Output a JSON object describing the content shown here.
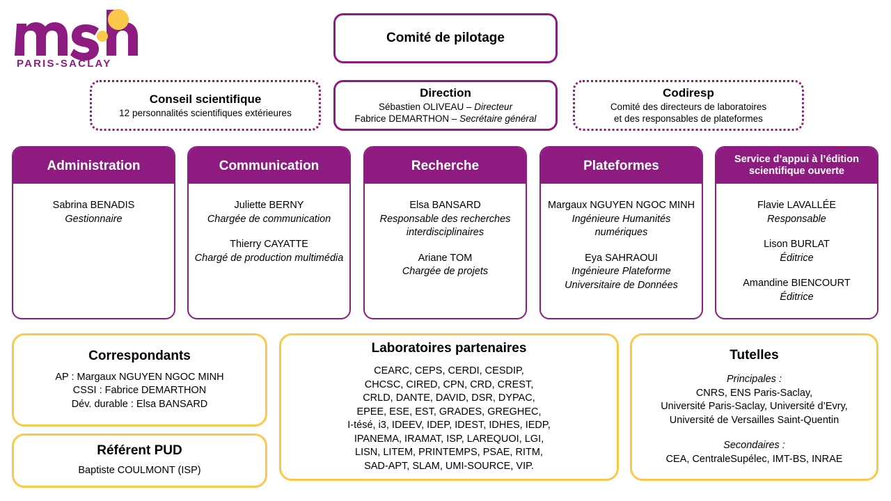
{
  "logo": {
    "wordmark": "msh",
    "tagline": "PARIS-SACLAY",
    "purple": "#8E1C80",
    "gold": "#FBC94A"
  },
  "colors": {
    "purple": "#8E1C80",
    "gold": "#FBC94A",
    "text": "#000000",
    "header_text": "#FFFFFF"
  },
  "top": {
    "comite": {
      "title": "Comité de pilotage"
    }
  },
  "row2": [
    {
      "title": "Conseil scientifique",
      "lines": [
        "12 personnalités scientifiques extérieures"
      ],
      "border": "dotted"
    },
    {
      "title": "Direction",
      "lines": [
        "Sébastien OLIVEAU – Directeur",
        "Fabrice DEMARTHON – Secrétaire général"
      ],
      "names": [
        "Sébastien OLIVEAU",
        "Fabrice DEMARTHON"
      ],
      "roles": [
        "Directeur",
        "Secrétaire général"
      ],
      "border": "solid"
    },
    {
      "title": "Codiresp",
      "lines": [
        "Comité des directeurs de laboratoires",
        "et des responsables de plateformes"
      ],
      "border": "dotted"
    }
  ],
  "departments": [
    {
      "title": "Administration",
      "people": [
        {
          "name": "Sabrina BENADIS",
          "role": "Gestionnaire"
        }
      ]
    },
    {
      "title": "Communication",
      "people": [
        {
          "name": "Juliette BERNY",
          "role": "Chargée de communication"
        },
        {
          "name": "Thierry CAYATTE",
          "role": "Chargé de production multimédia"
        }
      ]
    },
    {
      "title": "Recherche",
      "people": [
        {
          "name": "Elsa BANSARD",
          "role": "Responsable des recherches interdisciplinaires"
        },
        {
          "name": "Ariane TOM",
          "role": "Chargée de projets"
        }
      ]
    },
    {
      "title": "Plateformes",
      "people": [
        {
          "name": "Margaux NGUYEN NGOC MINH",
          "role": "Ingénieure Humanités numériques"
        },
        {
          "name": "Eya SAHRAOUI",
          "role": "Ingénieure Plateforme Universitaire de Données"
        }
      ]
    },
    {
      "title": "Service d’appui à l’édition scientifique ouverte",
      "people": [
        {
          "name": "Flavie LAVALLÉE",
          "role": "Responsable"
        },
        {
          "name": "Lison BURLAT",
          "role": "Éditrice"
        },
        {
          "name": "Amandine BIENCOURT",
          "role": "Éditrice"
        }
      ]
    }
  ],
  "bottom": {
    "correspondants": {
      "title": "Correspondants",
      "lines": [
        "AP : Margaux NGUYEN NGOC MINH",
        "CSSI : Fabrice DEMARTHON",
        "Dév. durable : Elsa BANSARD"
      ]
    },
    "referent": {
      "title": "Référent PUD",
      "lines": [
        "Baptiste COULMONT (ISP)"
      ]
    },
    "labos": {
      "title": "Laboratoires partenaires",
      "list": [
        "CEARC",
        "CEPS",
        "CERDI",
        "CESDIP",
        "CHCSC",
        "CIRED",
        "CPN",
        "CRD",
        "CREST",
        "CRLD",
        "DANTE",
        "DAVID",
        "DSR",
        "DYPAC",
        "EPEE",
        "ESE",
        "EST",
        "GRADES",
        "GREGHEC",
        "I-tésé",
        "i3",
        "IDEEV",
        "IDEP",
        "IDEST",
        "IDHES",
        "IEDP",
        "IPANEMA",
        "IRAMAT",
        "ISP",
        "LAREQUOI",
        "LGI",
        "LISN",
        "LITEM",
        "PRINTEMPS",
        "PSAE",
        "RITM",
        "SAD-APT",
        "SLAM",
        "UMI-SOURCE",
        "VIP"
      ],
      "lines": [
        "CEARC, CEPS, CERDI, CESDIP,",
        "CHCSC, CIRED, CPN, CRD, CREST,",
        "CRLD, DANTE, DAVID, DSR, DYPAC,",
        "EPEE, ESE, EST, GRADES, GREGHEC,",
        "I-tésé, i3, IDEEV, IDEP, IDEST, IDHES, IEDP,",
        "IPANEMA, IRAMAT, ISP, LAREQUOI, LGI,",
        "LISN, LITEM, PRINTEMPS, PSAE, RITM,",
        "SAD-APT, SLAM, UMI-SOURCE, VIP."
      ]
    },
    "tutelles": {
      "title": "Tutelles",
      "groups": [
        {
          "label": "Principales :",
          "lines": [
            "CNRS, ENS Paris-Saclay,",
            "Université Paris-Saclay, Université d’Evry,",
            "Université de Versailles Saint-Quentin"
          ],
          "members": [
            "CNRS",
            "ENS Paris-Saclay",
            "Université Paris-Saclay",
            "Université d’Evry",
            "Université de Versailles Saint-Quentin"
          ]
        },
        {
          "label": "Secondaires :",
          "lines": [
            "CEA, CentraleSupélec, IMT-BS, INRAE"
          ],
          "members": [
            "CEA",
            "CentraleSupélec",
            "IMT-BS",
            "INRAE"
          ]
        }
      ]
    }
  }
}
